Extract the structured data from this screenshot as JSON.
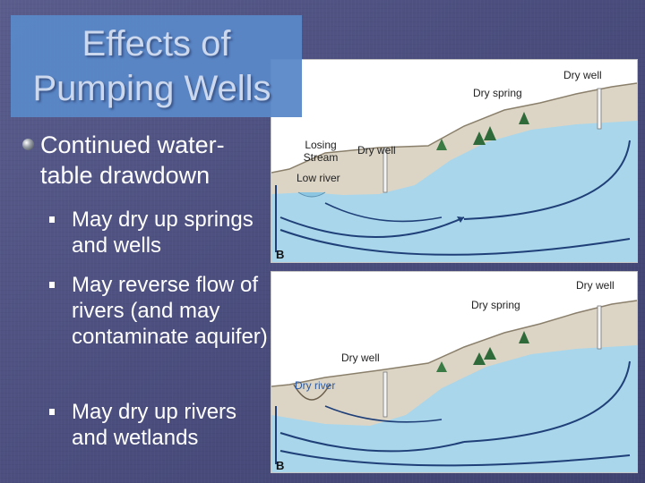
{
  "slide": {
    "title_line1": "Effects of",
    "title_line2": "Pumping Wells",
    "bullet": "Continued water-table drawdown",
    "sub_bullets": [
      "May dry up springs and wells",
      "May reverse flow of rivers (and may contaminate aquifer)",
      "May dry up rivers and wetlands"
    ]
  },
  "diagram_top": {
    "dry_well_right": "Dry well",
    "dry_spring": "Dry spring",
    "losing_stream": "Losing Stream",
    "dry_well_mid": "Dry well",
    "low_river": "Low river",
    "panel_letter": "B"
  },
  "diagram_bottom": {
    "dry_well_right": "Dry well",
    "dry_spring": "Dry spring",
    "dry_well_mid": "Dry well",
    "dry_river": "Dry river",
    "panel_letter": "B"
  },
  "colors": {
    "water": "#a8d6ea",
    "ground": "#d9d2c2",
    "arrow": "#1f3f78",
    "title_box": "#5a88c8"
  }
}
